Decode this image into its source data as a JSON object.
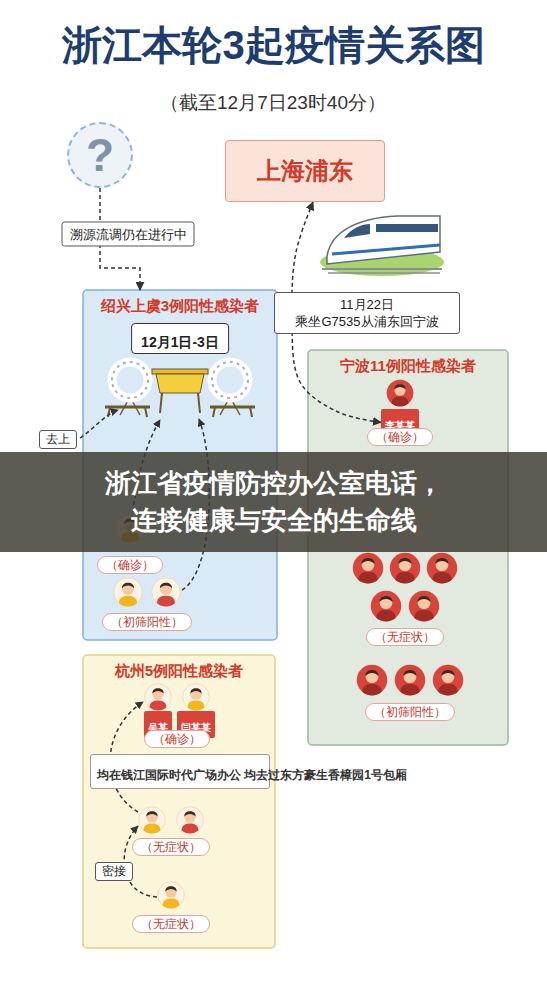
{
  "diagram": {
    "title": "浙江本轮3起疫情关系图",
    "caption": "浙江省疫情防控办公室电话，连接健康与安全的生命线",
    "nodes": [
      {
        "text": [
          "?"
        ]
      },
      {
        "text": [
          "上海浦东"
        ]
      },
      {
        "text": [
          "绍兴上虞3例阳性感染者"
        ]
      },
      {
        "text": [
          "12月1日-3日"
        ],
        "in": 2
      },
      {
        "text": [
          "宁波11例阳性感染者"
        ]
      },
      {
        "text": [
          "李某某"
        ],
        "in": 4
      },
      {
        "text": [
          "杭州5例阳性感染者"
        ]
      },
      {
        "text": [
          "吴某"
        ],
        "in": 6
      },
      {
        "text": [
          "闫某某"
        ],
        "in": 6
      },
      {
        "text": [
          "均在钱江国际时代广场办公 均去过东方豪生香樟园1号包厢"
        ],
        "in": 6
      }
    ],
    "edges": [
      {
        "from": 0,
        "to": 2,
        "arrow": "to",
        "label": "溯源流调仍在进行中"
      },
      {
        "from": 1,
        "to": 5,
        "arrow": "both",
        "label": "11月22日 乘坐G7535从浦东回宁波"
      }
    ],
    "labels": [
      "（截至12月7日23时40分）",
      "去上",
      "（确诊）",
      "（初筛阳性）",
      "（确诊）",
      "（无症状）",
      "（初筛阳性）",
      "（确诊）",
      "（无症状）",
      "密接",
      "（无症状）"
    ]
  }
}
